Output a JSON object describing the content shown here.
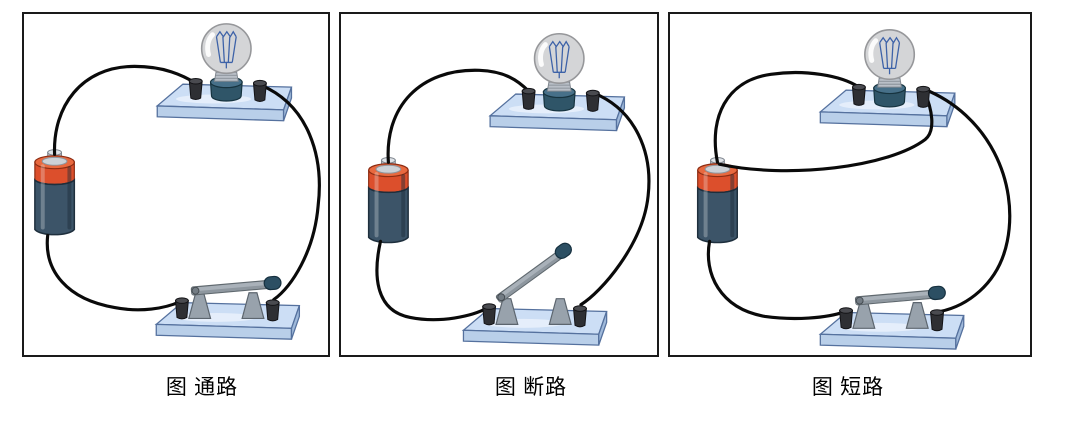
{
  "figure": {
    "panels": [
      {
        "name": "closed-circuit",
        "caption": "图 通路",
        "switch_state": "closed",
        "has_short_circuit_wire": false
      },
      {
        "name": "open-circuit",
        "caption": "图 断路",
        "switch_state": "open",
        "has_short_circuit_wire": false
      },
      {
        "name": "short-circuit",
        "caption": "图 短路",
        "switch_state": "closed",
        "has_short_circuit_wire": true
      }
    ],
    "components": {
      "battery": "dry-cell-battery",
      "bulb": "incandescent-bulb-on-stand",
      "switch": "knife-switch-on-stand",
      "wires": "black-connecting-wires"
    },
    "colors": {
      "wire": "#0a0a0a",
      "battery_band": "#dc4f2c",
      "battery_band_top": "#e8693f",
      "battery_body": "#3c5468",
      "platform_top": "#ccdef5",
      "platform_front": "#b9cfe9",
      "platform_side": "#9fb9da",
      "platform_outline": "#55719e",
      "bulb_glass": "#d4d5d7",
      "bulb_filament": "#3d62a8",
      "socket": "#2f5568",
      "metal": "#a9b1b9",
      "knob": "#2c4f63",
      "post": "#2e2f33",
      "panel_border": "#1a1a1a",
      "caption_color": "#000000"
    }
  }
}
